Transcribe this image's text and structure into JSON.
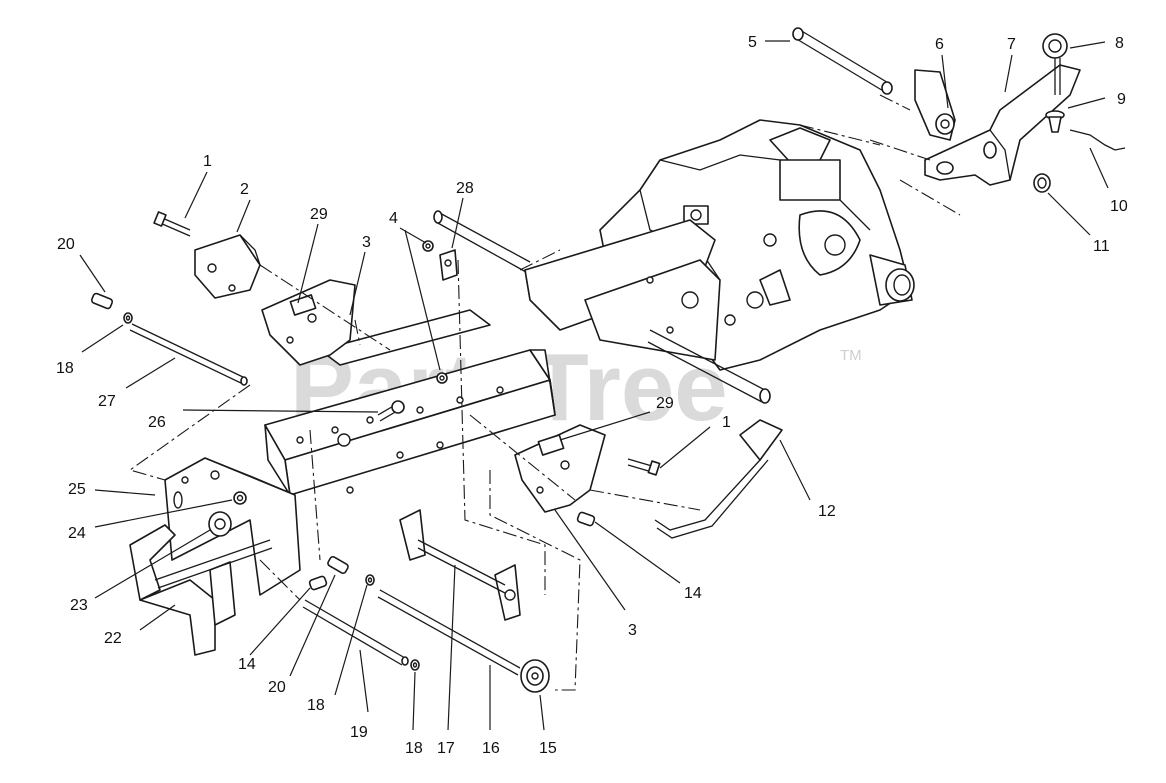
{
  "watermark": {
    "text": "PartsTree",
    "trademark": "TM"
  },
  "callouts": [
    {
      "id": "c1a",
      "label": "1"
    },
    {
      "id": "c2",
      "label": "2"
    },
    {
      "id": "c3a",
      "label": "3"
    },
    {
      "id": "c4",
      "label": "4"
    },
    {
      "id": "c5",
      "label": "5"
    },
    {
      "id": "c6",
      "label": "6"
    },
    {
      "id": "c7",
      "label": "7"
    },
    {
      "id": "c8",
      "label": "8"
    },
    {
      "id": "c9",
      "label": "9"
    },
    {
      "id": "c10",
      "label": "10"
    },
    {
      "id": "c11",
      "label": "11"
    },
    {
      "id": "c12",
      "label": "12"
    },
    {
      "id": "c14a",
      "label": "14"
    },
    {
      "id": "c14b",
      "label": "14"
    },
    {
      "id": "c15",
      "label": "15"
    },
    {
      "id": "c16",
      "label": "16"
    },
    {
      "id": "c17",
      "label": "17"
    },
    {
      "id": "c18a",
      "label": "18"
    },
    {
      "id": "c18b",
      "label": "18"
    },
    {
      "id": "c18c",
      "label": "18"
    },
    {
      "id": "c19",
      "label": "19"
    },
    {
      "id": "c20a",
      "label": "20"
    },
    {
      "id": "c20b",
      "label": "20"
    },
    {
      "id": "c22",
      "label": "22"
    },
    {
      "id": "c23",
      "label": "23"
    },
    {
      "id": "c24",
      "label": "24"
    },
    {
      "id": "c25",
      "label": "25"
    },
    {
      "id": "c26",
      "label": "26"
    },
    {
      "id": "c27",
      "label": "27"
    },
    {
      "id": "c28",
      "label": "28"
    },
    {
      "id": "c29a",
      "label": "29"
    },
    {
      "id": "c29b",
      "label": "29"
    },
    {
      "id": "c1b",
      "label": "1"
    },
    {
      "id": "c3b",
      "label": "3"
    }
  ]
}
